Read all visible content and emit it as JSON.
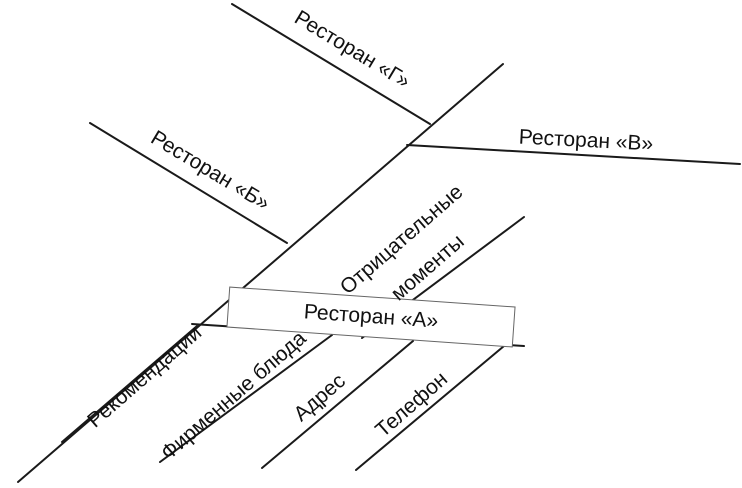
{
  "diagram": {
    "restaurant_a": "Ресторан «А»",
    "restaurant_b": "Ресторан «Б»",
    "restaurant_v": "Ресторан «В»",
    "restaurant_g": "Ресторан «Г»",
    "branches": {
      "recommendations": "Рекомендации",
      "signature_dishes": "Фирменные блюда",
      "address": "Адрес",
      "phone": "Телефон",
      "negatives_line1": "Отрицательные",
      "negatives_line2": "моменты"
    }
  }
}
